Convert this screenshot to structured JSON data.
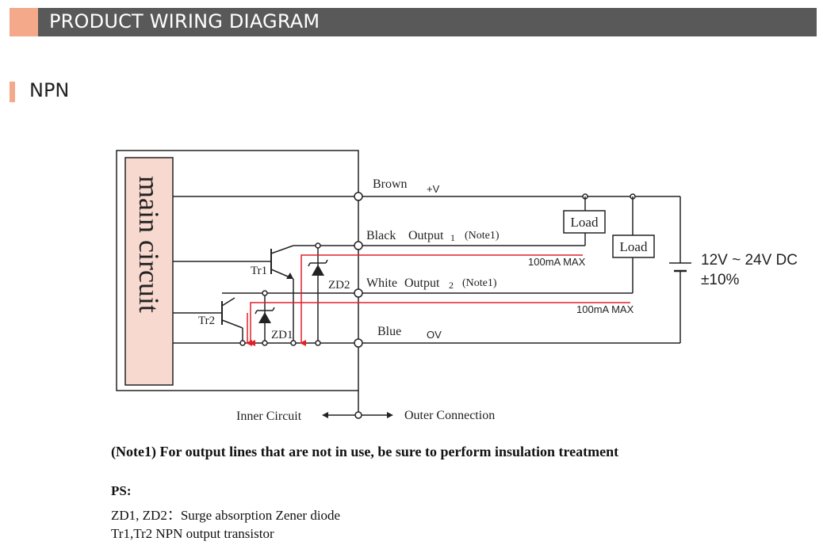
{
  "header": {
    "title": "PRODUCT WIRING DIAGRAM"
  },
  "section": {
    "title": "NPN"
  },
  "diagram": {
    "main_circuit": "main circuit",
    "wires": {
      "brown": "Brown",
      "brown_sym": "+V",
      "black": "Black",
      "output1": "Output",
      "output1_num": "1",
      "note1_a": "(Note1)",
      "white": "White",
      "output2": "Output",
      "output2_num": "2",
      "note1_b": "(Note1)",
      "blue": "Blue",
      "blue_sym": "OV"
    },
    "loads": [
      "Load",
      "Load"
    ],
    "current_limits": [
      "100mA MAX",
      "100mA MAX"
    ],
    "components": {
      "tr1": "Tr1",
      "tr2": "Tr2",
      "zd1": "ZD1",
      "zd2": "ZD2"
    },
    "supply": {
      "voltage": "12V ~ 24V DC",
      "tolerance": "±10%"
    },
    "legend": {
      "inner": "Inner Circuit",
      "outer": "Outer Connection"
    }
  },
  "notes": {
    "note1": "(Note1) For output lines that are not in use, be sure to perform insulation treatment",
    "ps_title": "PS:",
    "ps_lines": [
      "ZD1, ZD2：Surge absorption Zener diode",
      "Tr1,Tr2 NPN output transistor"
    ]
  },
  "colors": {
    "accent": "#f4a98a",
    "header_bg": "#595959",
    "main_circuit_bg": "#f7d9cf",
    "current_arrow": "#e0202a"
  }
}
